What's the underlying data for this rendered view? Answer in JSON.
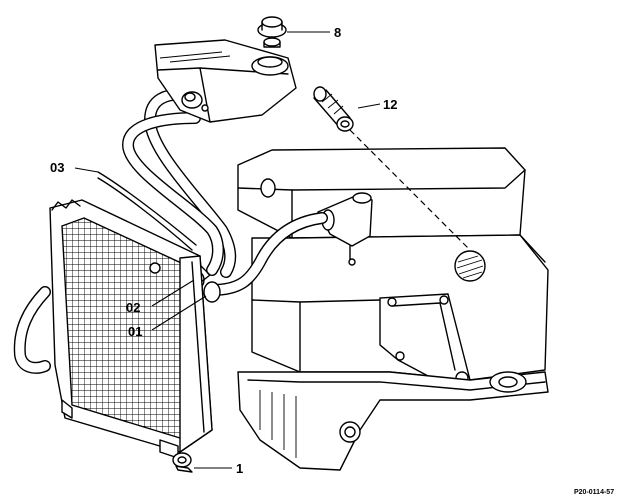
{
  "callouts": {
    "item_8": "8",
    "item_12": "12",
    "item_03": "03",
    "item_02": "02",
    "item_01": "01",
    "item_1": "1"
  },
  "figure_reference": "P20-0114-57",
  "colors": {
    "ink": "#000000",
    "paper": "#ffffff"
  }
}
